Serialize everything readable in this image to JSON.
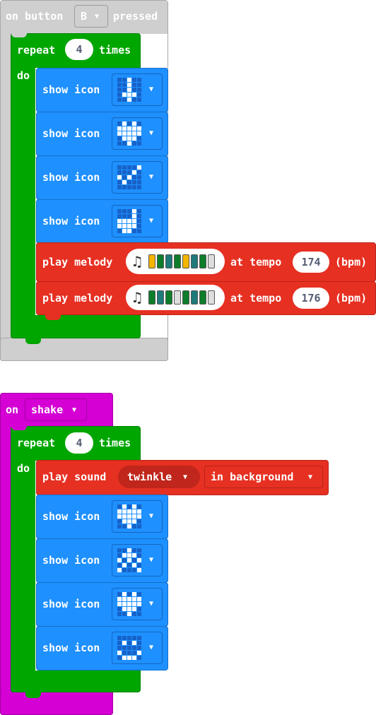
{
  "script1": {
    "event": {
      "prefix": "on button",
      "button": "B",
      "suffix": "pressed"
    },
    "repeat": {
      "label": "repeat",
      "count": "4",
      "times": "times",
      "do": "do"
    },
    "show_icons": [
      {
        "label": "show icon",
        "pattern": [
          [
            0,
            0,
            1,
            0,
            0
          ],
          [
            0,
            0,
            1,
            0,
            0
          ],
          [
            0,
            0,
            1,
            0,
            0
          ],
          [
            0,
            1,
            1,
            1,
            0
          ],
          [
            0,
            0,
            1,
            0,
            0
          ]
        ]
      },
      {
        "label": "show icon",
        "pattern": [
          [
            0,
            1,
            0,
            1,
            0
          ],
          [
            1,
            1,
            1,
            1,
            1
          ],
          [
            1,
            1,
            1,
            1,
            1
          ],
          [
            0,
            1,
            1,
            1,
            0
          ],
          [
            0,
            0,
            1,
            0,
            0
          ]
        ]
      },
      {
        "label": "show icon",
        "pattern": [
          [
            0,
            0,
            0,
            0,
            1
          ],
          [
            0,
            0,
            0,
            1,
            0
          ],
          [
            1,
            0,
            1,
            0,
            0
          ],
          [
            0,
            1,
            0,
            0,
            0
          ],
          [
            0,
            0,
            0,
            0,
            0
          ]
        ]
      },
      {
        "label": "show icon",
        "pattern": [
          [
            0,
            0,
            0,
            1,
            0
          ],
          [
            0,
            0,
            0,
            1,
            0
          ],
          [
            1,
            1,
            1,
            1,
            0
          ],
          [
            1,
            1,
            1,
            1,
            0
          ],
          [
            0,
            1,
            1,
            0,
            0
          ]
        ]
      }
    ],
    "melodies": [
      {
        "label": "play melody",
        "tempo_label": "at tempo",
        "tempo": "174",
        "unit": "(bpm)",
        "notes": [
          "#f4b400",
          "#0d7d2a",
          "#1f7a7a",
          "#0d7d2a",
          "#f4b400",
          "#1f7a7a",
          "#0d7d2a",
          "#dedede"
        ]
      },
      {
        "label": "play melody",
        "tempo_label": "at tempo",
        "tempo": "176",
        "unit": "(bpm)",
        "notes": [
          "#0d7d2a",
          "#1f7a7a",
          "#0d7d2a",
          "#dedede",
          "#0d7d2a",
          "#1f7a7a",
          "#0d7d2a",
          "#dedede"
        ]
      }
    ]
  },
  "script2": {
    "event": {
      "prefix": "on",
      "gesture": "shake"
    },
    "repeat": {
      "label": "repeat",
      "count": "4",
      "times": "times",
      "do": "do"
    },
    "sound": {
      "label": "play sound",
      "sound": "twinkle",
      "mode": "in background"
    },
    "show_icons": [
      {
        "label": "show icon",
        "pattern": [
          [
            0,
            1,
            0,
            1,
            0
          ],
          [
            1,
            1,
            1,
            1,
            1
          ],
          [
            1,
            1,
            1,
            1,
            1
          ],
          [
            0,
            1,
            1,
            1,
            0
          ],
          [
            0,
            0,
            1,
            0,
            0
          ]
        ]
      },
      {
        "label": "show icon",
        "pattern": [
          [
            0,
            0,
            1,
            0,
            0
          ],
          [
            0,
            1,
            1,
            1,
            0
          ],
          [
            1,
            0,
            1,
            0,
            1
          ],
          [
            0,
            1,
            0,
            1,
            0
          ],
          [
            1,
            0,
            0,
            0,
            1
          ]
        ]
      },
      {
        "label": "show icon",
        "pattern": [
          [
            0,
            1,
            0,
            1,
            0
          ],
          [
            1,
            1,
            1,
            1,
            1
          ],
          [
            1,
            1,
            1,
            1,
            1
          ],
          [
            0,
            1,
            1,
            1,
            0
          ],
          [
            0,
            0,
            1,
            0,
            0
          ]
        ]
      },
      {
        "label": "show icon",
        "pattern": [
          [
            0,
            0,
            0,
            0,
            0
          ],
          [
            0,
            1,
            0,
            1,
            0
          ],
          [
            0,
            0,
            0,
            0,
            0
          ],
          [
            1,
            0,
            0,
            0,
            1
          ],
          [
            0,
            1,
            1,
            1,
            0
          ]
        ]
      }
    ]
  },
  "colors": {
    "event_gray": "#cfcfcf",
    "event_magenta": "#d400d4",
    "loops": "#00a600",
    "basic": "#1e90ff",
    "music": "#e63022"
  },
  "icons": {
    "dropdown": "caret-down-icon",
    "note": "music-note-icon"
  }
}
